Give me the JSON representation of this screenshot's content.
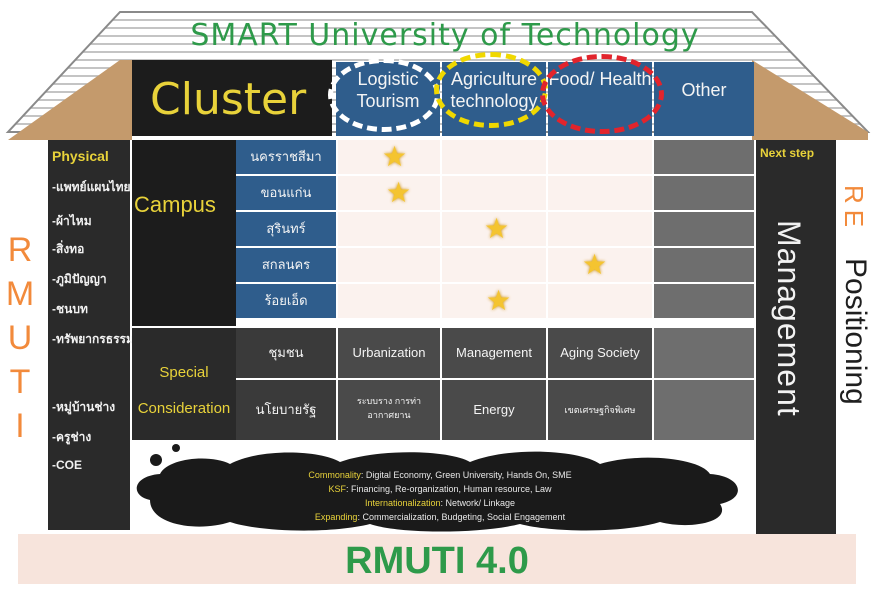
{
  "title": "SMART University of Technology",
  "cluster": {
    "label": "Cluster",
    "headers": [
      "Logistic Tourism",
      "Agriculture technology",
      "Food/ Health",
      "Other"
    ]
  },
  "physical": {
    "heading": "Physical",
    "items": [
      "-แพทย์แผนไทย",
      "-ผ้าไหม",
      "-สิ่งทอ",
      "-ภูมิปัญญา",
      "-ชนบท",
      "-ทรัพยากรธรรมชาติ",
      "-หมู่บ้านช่าง",
      "-ครูช่าง",
      "-COE"
    ]
  },
  "rmuti_vertical": "RMUTI",
  "campus": {
    "label": "Campus",
    "names": [
      "นครราชสีมา",
      "ขอนแก่น",
      "สุรินทร์",
      "สกลนคร",
      "ร้อยเอ็ด"
    ],
    "stars": [
      {
        "row": 0,
        "col": 0
      },
      {
        "row": 1,
        "col": 0
      },
      {
        "row": 2,
        "col": 1
      },
      {
        "row": 3,
        "col": 2
      },
      {
        "row": 4,
        "col": 1
      }
    ]
  },
  "special": {
    "label_line1": "Special",
    "label_line2": "Consideration",
    "row1_label": "ชุมชน",
    "row1": [
      "Urbanization",
      "Management",
      "Aging Society"
    ],
    "row2_label": "นโยบายรัฐ",
    "row2": [
      "ระบบราง การท่าอากาศยาน",
      "Energy",
      "เขตเศรษฐกิจพิเศษ"
    ]
  },
  "right_panel": {
    "next_step": "Next step",
    "management": "Management",
    "re": "RE",
    "positioning": "Positioning"
  },
  "cloud": {
    "lines": [
      {
        "key": "Commonality",
        "text": ": Digital Economy, Green University, Hands On, SME"
      },
      {
        "key": "KSF",
        "text": ": Financing, Re-organization, Human resource, Law"
      },
      {
        "key": "Internationalization",
        "text": ": Network/ Linkage"
      },
      {
        "key": "Expanding",
        "text": ": Commercialization, Budgeting, Social Engagement"
      }
    ]
  },
  "base_label": "RMUTI 4.0",
  "colors": {
    "green": "#2e9a4a",
    "yellow": "#e8d23a",
    "orange": "#f28a3b",
    "blue": "#2f5d8c",
    "ring_white": "#ffffff",
    "ring_yellow": "#f0d800",
    "ring_red": "#e2242c"
  }
}
